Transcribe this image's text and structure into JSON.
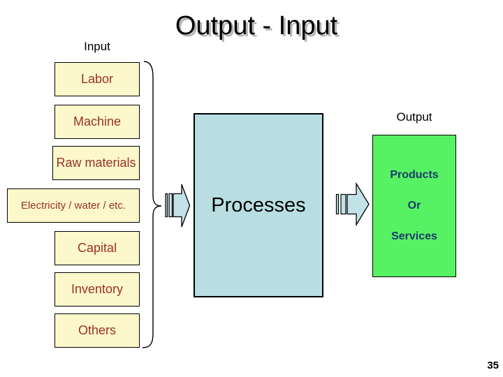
{
  "slide": {
    "title": "Output - Input",
    "page_number": "35",
    "labels": {
      "input": "Input",
      "output": "Output"
    },
    "input_boxes": [
      {
        "label": "Labor"
      },
      {
        "label": "Machine"
      },
      {
        "label": "Raw materials"
      },
      {
        "label": "Electricity / water / etc."
      },
      {
        "label": "Capital"
      },
      {
        "label": "Inventory"
      },
      {
        "label": "Others"
      }
    ],
    "process_box": {
      "label": "Processes"
    },
    "output_box": {
      "lines": [
        "Products",
        "Or",
        "Services"
      ]
    },
    "icons": {
      "brace": "right-curly-brace",
      "left_arrow": "striped-right-arrow",
      "right_arrow": "striped-right-arrow"
    },
    "colors": {
      "background": "#FFFFFF",
      "input_box_fill": "#FDF8CC",
      "input_box_text": "#98302A",
      "process_fill": "#B8DEE2",
      "arrow_fill": "#C3E2E8",
      "output_fill": "#57F263",
      "output_text": "#1C3A6E",
      "title_text": "#000000",
      "title_shadow": "#B4B4B4"
    }
  }
}
